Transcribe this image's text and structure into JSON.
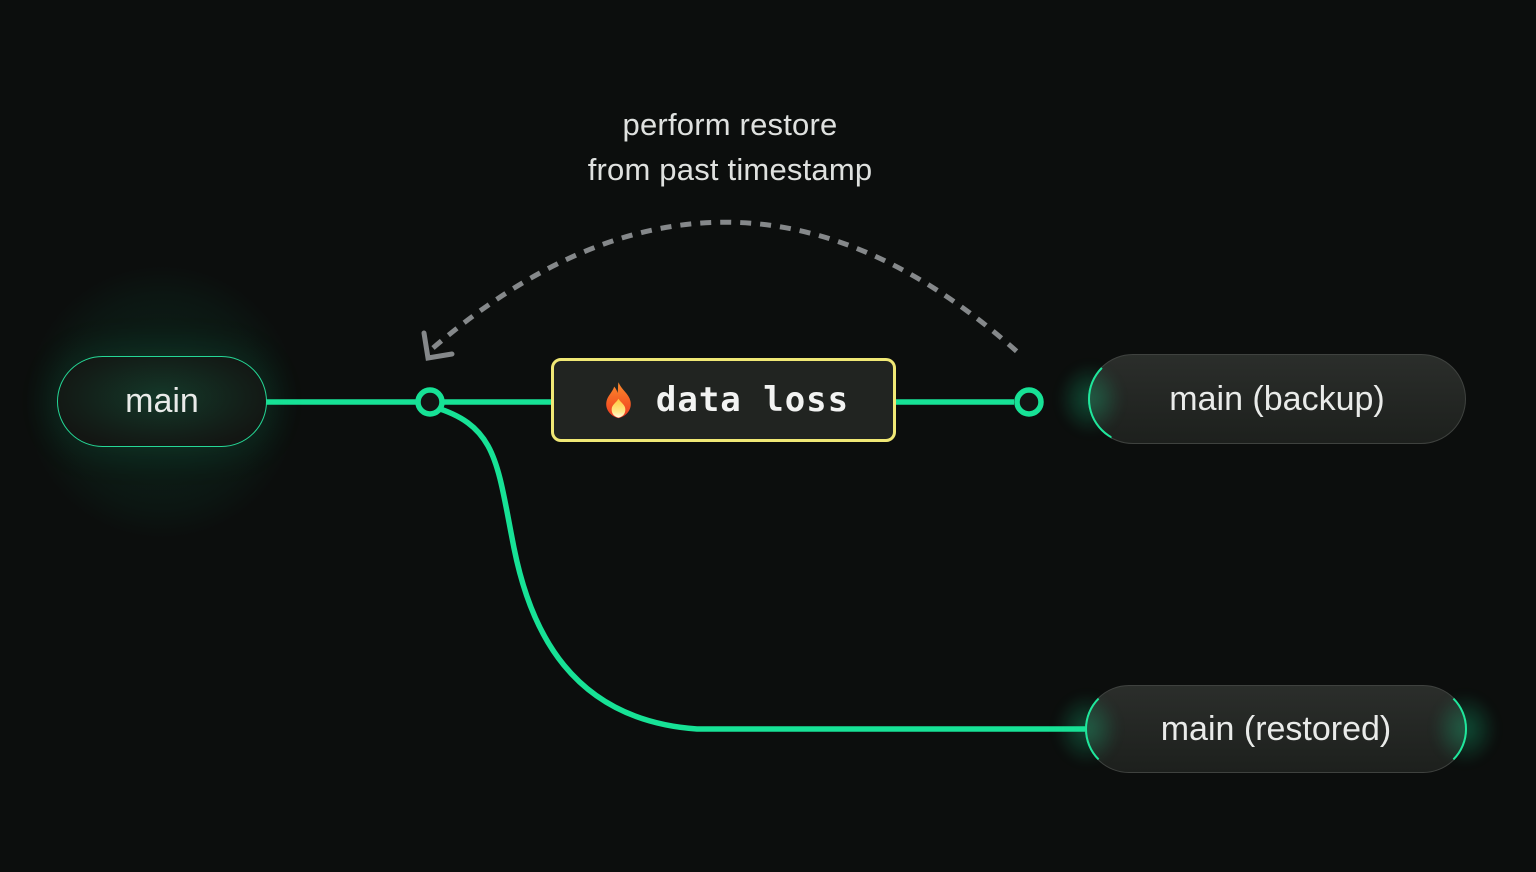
{
  "caption": {
    "line1": "perform restore",
    "line2": "from past timestamp"
  },
  "event_box": {
    "label": "data loss",
    "icon": "fire-emoji"
  },
  "nodes": {
    "main": {
      "label": "main"
    },
    "backup": {
      "label": "main (backup)"
    },
    "restored": {
      "label": "main (restored)"
    }
  },
  "colors": {
    "background": "#0c0e0d",
    "branch_green": "#17e296",
    "warning_yellow": "#f0e875",
    "arrow_gray": "#85888a",
    "text_primary": "#e9ebe9",
    "caption_text": "#dfe1df",
    "node_fill": "#232623",
    "node_border": "#3f423f",
    "event_fill": "#212421"
  }
}
